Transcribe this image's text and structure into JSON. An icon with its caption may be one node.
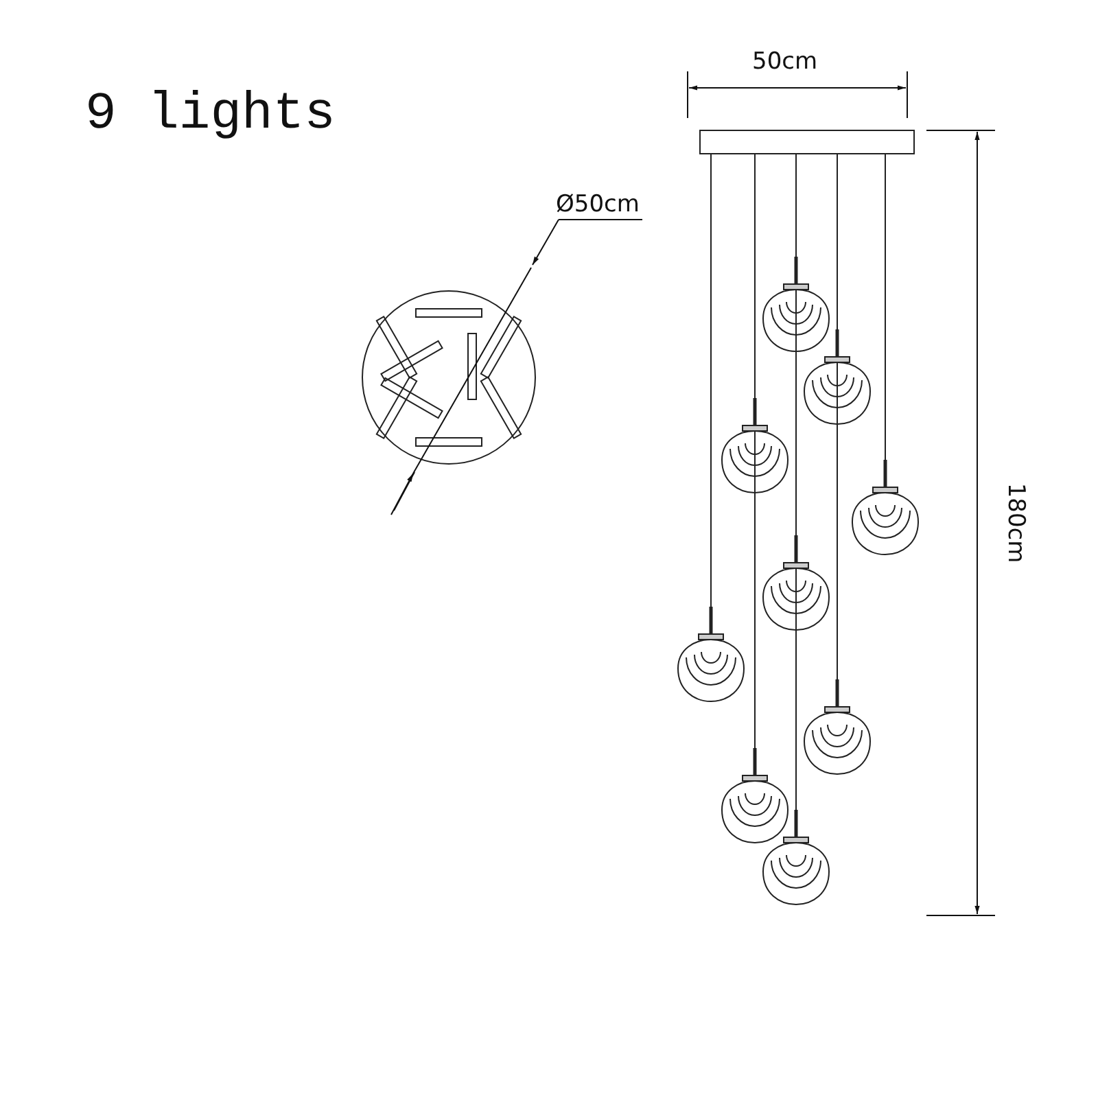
{
  "diagram": {
    "title": "9 lights",
    "labels": [
      "Ø50cm",
      "50cm",
      "180cm"
    ]
  }
}
